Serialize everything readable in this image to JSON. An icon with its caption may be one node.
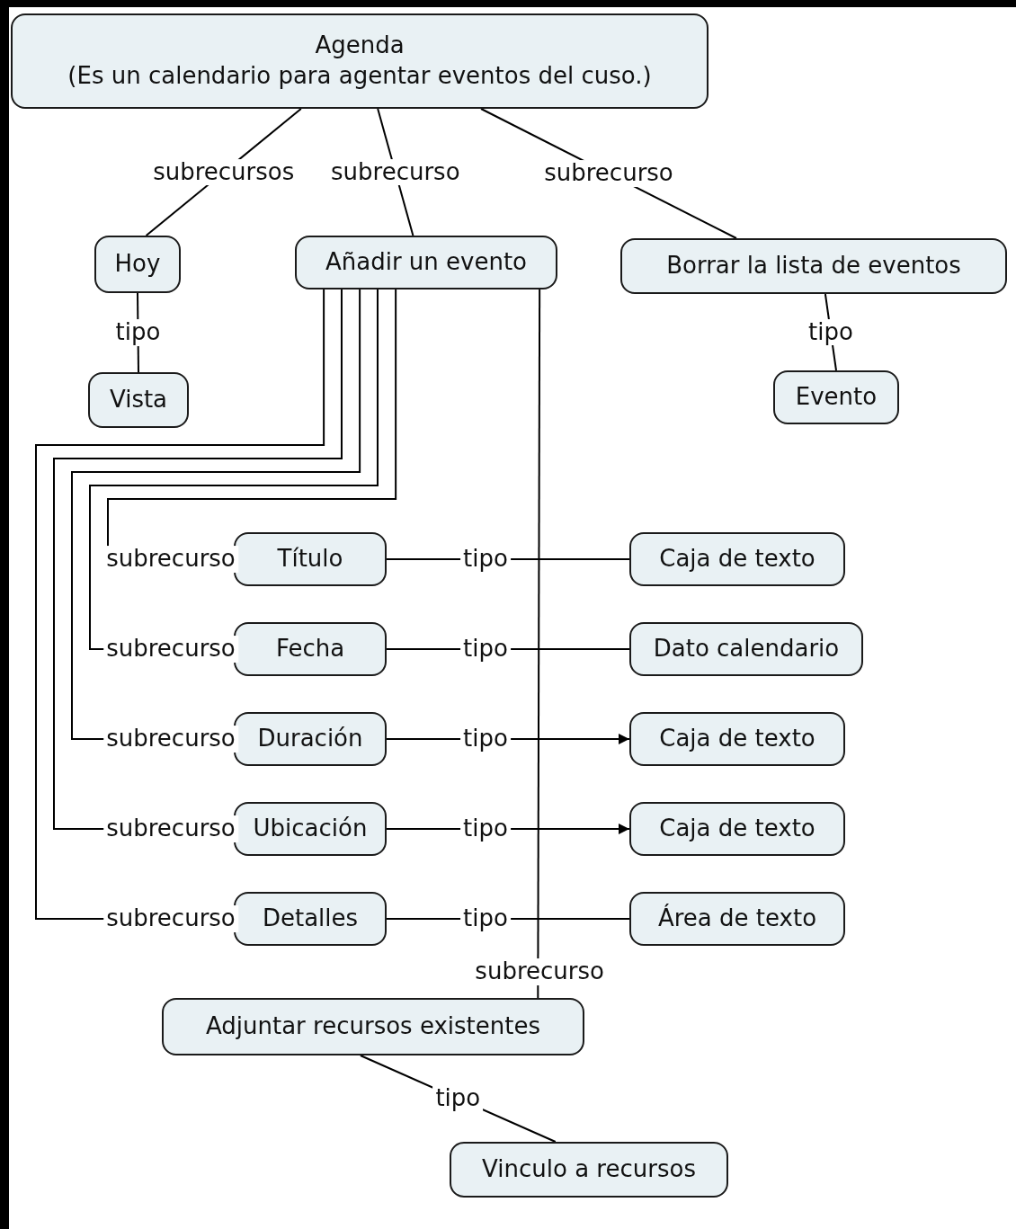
{
  "diagram": {
    "nodes": [
      {
        "text": [
          "Agenda",
          "(Es un calendario para agentar eventos del cuso.)"
        ]
      },
      {
        "text": [
          "Hoy"
        ]
      },
      {
        "text": [
          "Añadir un evento"
        ]
      },
      {
        "text": [
          "Borrar la lista de eventos"
        ]
      },
      {
        "text": [
          "Vista"
        ]
      },
      {
        "text": [
          "Evento"
        ]
      },
      {
        "text": [
          "Título"
        ]
      },
      {
        "text": [
          "Caja de texto"
        ]
      },
      {
        "text": [
          "Fecha"
        ]
      },
      {
        "text": [
          "Dato calendario"
        ]
      },
      {
        "text": [
          "Duración"
        ]
      },
      {
        "text": [
          "Caja de texto"
        ]
      },
      {
        "text": [
          "Ubicación"
        ]
      },
      {
        "text": [
          "Caja de texto"
        ]
      },
      {
        "text": [
          "Detalles"
        ]
      },
      {
        "text": [
          "Área de texto"
        ]
      },
      {
        "text": [
          "Adjuntar recursos existentes"
        ]
      },
      {
        "text": [
          "Vinculo a recursos"
        ]
      }
    ],
    "edges": [
      {
        "from": 0,
        "to": 1,
        "label": "subrecursos",
        "arrow": "none"
      },
      {
        "from": 0,
        "to": 2,
        "label": "subrecurso",
        "arrow": "none"
      },
      {
        "from": 0,
        "to": 3,
        "label": "subrecurso",
        "arrow": "none"
      },
      {
        "from": 1,
        "to": 4,
        "label": "tipo",
        "arrow": "none"
      },
      {
        "from": 2,
        "to": 6,
        "label": "subrecurso",
        "arrow": "none"
      },
      {
        "from": 2,
        "to": 8,
        "label": "subrecurso",
        "arrow": "none"
      },
      {
        "from": 2,
        "to": 10,
        "label": "subrecurso",
        "arrow": "none"
      },
      {
        "from": 2,
        "to": 12,
        "label": "subrecurso",
        "arrow": "none"
      },
      {
        "from": 2,
        "to": 14,
        "label": "subrecurso",
        "arrow": "none"
      },
      {
        "from": 2,
        "to": 16,
        "label": "subrecurso",
        "arrow": "none"
      },
      {
        "from": 3,
        "to": 5,
        "label": "tipo",
        "arrow": "none"
      },
      {
        "from": 6,
        "to": 7,
        "label": "tipo",
        "arrow": "none"
      },
      {
        "from": 8,
        "to": 9,
        "label": "tipo",
        "arrow": "none"
      },
      {
        "from": 10,
        "to": 11,
        "label": "tipo",
        "arrow": "to"
      },
      {
        "from": 12,
        "to": 13,
        "label": "tipo",
        "arrow": "to"
      },
      {
        "from": 14,
        "to": 15,
        "label": "tipo",
        "arrow": "none"
      },
      {
        "from": 16,
        "to": 17,
        "label": "tipo",
        "arrow": "none"
      }
    ]
  }
}
